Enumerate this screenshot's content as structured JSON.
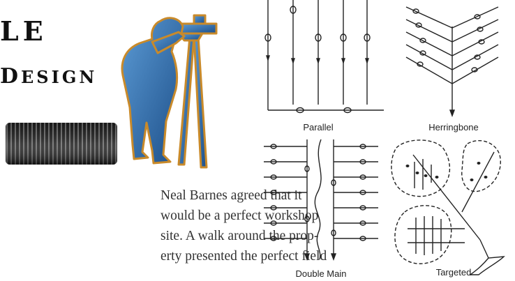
{
  "heading": {
    "line1": "LE",
    "line2_big": "D",
    "line2_small": "ESIGN"
  },
  "body_lines": [
    "Neal Barnes agreed that it",
    "would be a perfect workshop",
    "site.  A walk around the prop-",
    "erty presented the perfect field"
  ],
  "diagrams": {
    "parallel": "Parallel",
    "herringbone": "Herringbone",
    "double_main": "Double Main",
    "targeted": "Targeted"
  },
  "colors": {
    "surveyor_fill": "#2b6aa8",
    "surveyor_outline": "#c98a2a",
    "pipe": "#2a2a2a"
  }
}
